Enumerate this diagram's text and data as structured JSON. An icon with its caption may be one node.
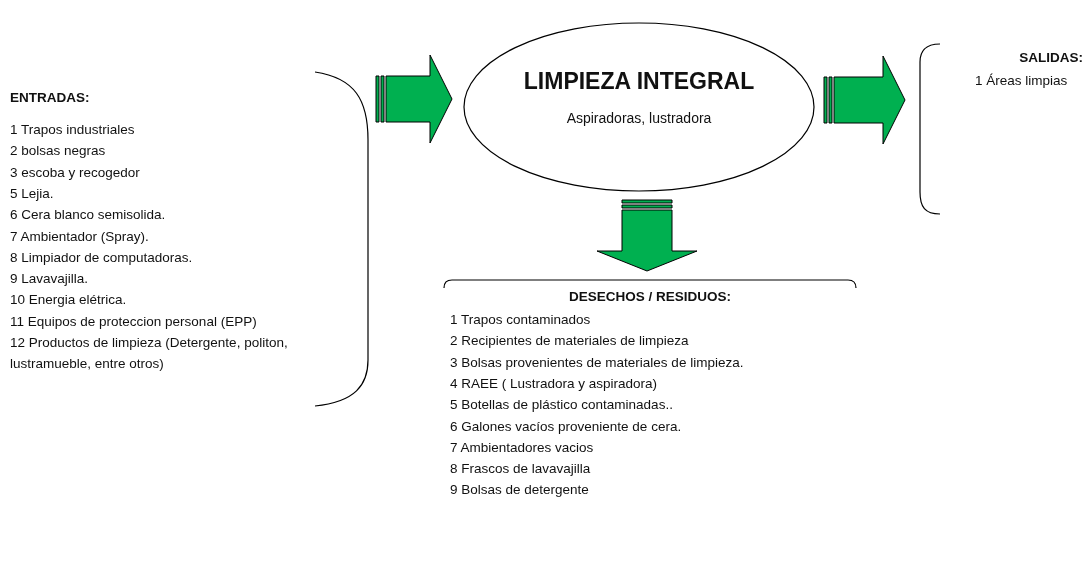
{
  "diagram": {
    "nodes": [
      {
        "text": [
          "ENTRADAS:",
          "1 Trapos industriales",
          "2 bolsas negras",
          "3 escoba y recogedor",
          "5 Lejia.",
          "6 Cera blanco semisolida.",
          "7 Ambientador (Spray).",
          "8 Limpiador de computadoras.",
          "9 Lavavajilla.",
          "10 Energia elétrica.",
          "11 Equipos de proteccion personal (EPP)",
          "12 Productos de limpieza (Detergente, politon, lustramueble, entre otros)"
        ]
      },
      {
        "text": [
          "LIMPIEZA INTEGRAL",
          "Aspiradoras, lustradora"
        ]
      },
      {
        "text": [
          "SALIDAS:",
          "1 Áreas limpias"
        ]
      },
      {
        "text": [
          "DESECHOS / RESIDUOS:",
          "1 Trapos contaminados",
          "2 Recipientes de materiales de limpieza",
          "3 Bolsas provenientes de materiales de limpieza.",
          "4 RAEE ( Lustradora y aspiradora)",
          "5 Botellas de plástico contaminadas..",
          "6 Galones vacíos proveniente de cera.",
          "7 Ambientadores vacios",
          "8 Frascos de lavavajilla",
          "9 Bolsas de detergente"
        ]
      }
    ],
    "edges": [
      {
        "from": 0,
        "to": 1,
        "arrow": "to"
      },
      {
        "from": 1,
        "to": 2,
        "arrow": "to"
      },
      {
        "from": 1,
        "to": 3,
        "arrow": "to"
      }
    ]
  }
}
